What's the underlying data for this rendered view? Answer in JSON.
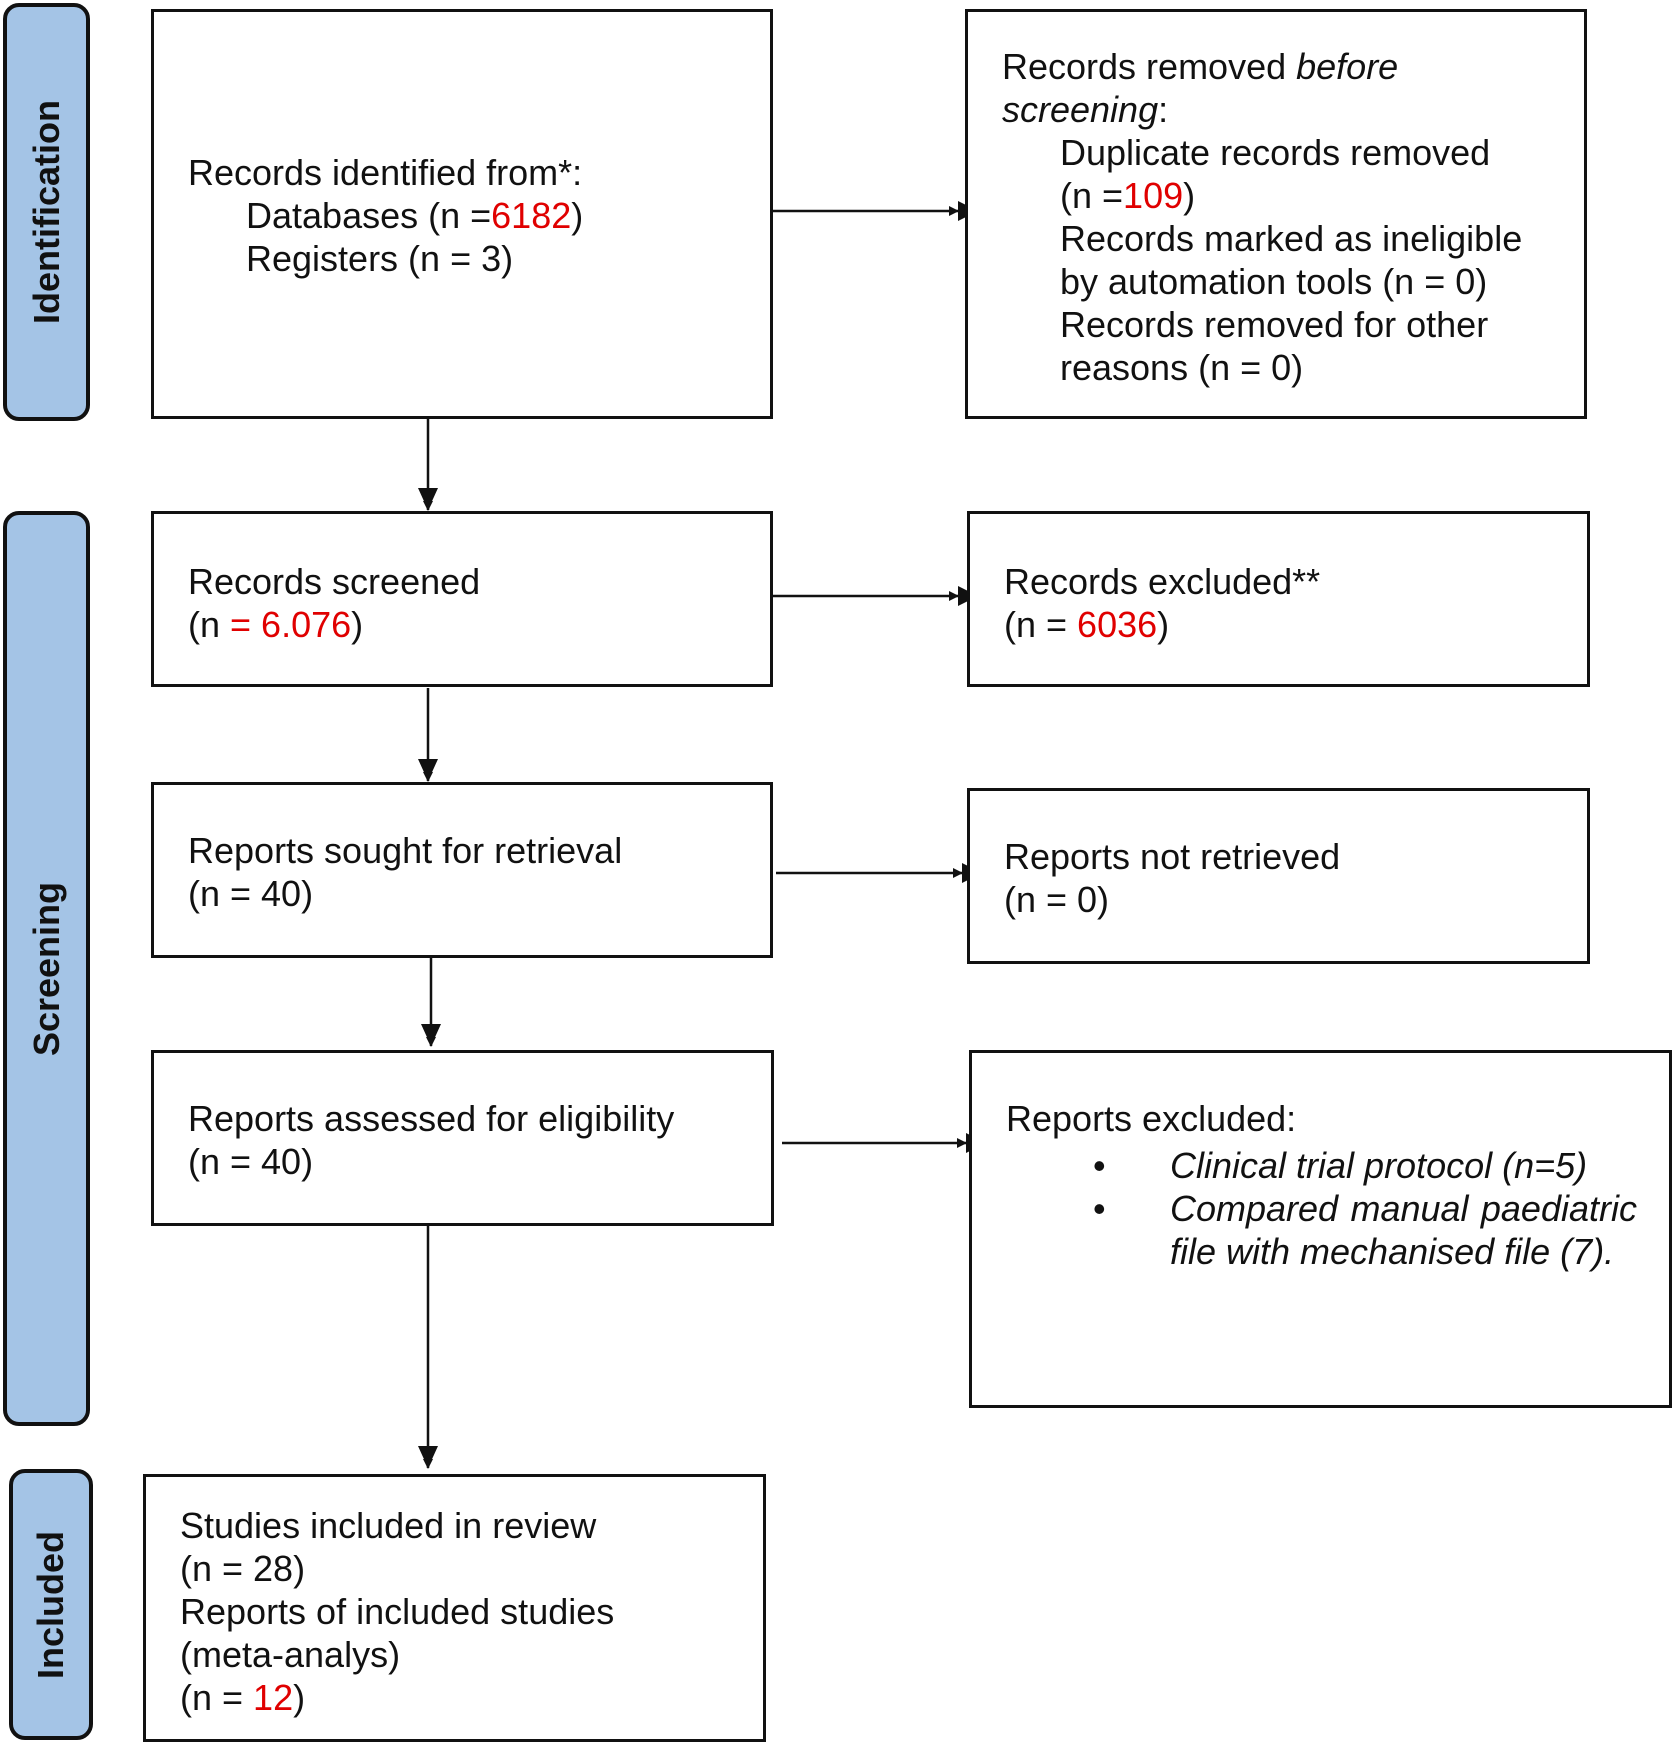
{
  "colors": {
    "phase_fill": "#a4c4e6",
    "stroke": "#111111",
    "highlight": "#e00000"
  },
  "phases": {
    "identification": "Identification",
    "screening": "Screening",
    "included": "Included"
  },
  "identified": {
    "title": "Records identified from*:",
    "databases_prefix": "Databases (n =",
    "databases_n": "6182",
    "databases_suffix": ")",
    "registers": "Registers (n = 3)"
  },
  "removed_before": {
    "title_a": "Records removed ",
    "title_b": "before screening",
    "title_c": ":",
    "dup_label": "Duplicate records removed",
    "dup_prefix": "(n =",
    "dup_n": "109",
    "dup_suffix": ")",
    "ineligible_1": "Records marked as ineligible",
    "ineligible_2": "by automation tools (n = 0)",
    "other_1": "Records removed for other",
    "other_2": "reasons (n = 0)"
  },
  "screened": {
    "title": "Records screened",
    "n_open": "(n ",
    "n_value": "= 6.076",
    "n_close": ")"
  },
  "excluded_records": {
    "title": "Records excluded**",
    "n_open": "(n = ",
    "n_value": "6036",
    "n_close": ")"
  },
  "sought": {
    "title": "Reports sought for retrieval",
    "n": "(n = 40)"
  },
  "not_retrieved": {
    "title": "Reports not retrieved",
    "n": "(n = 0)"
  },
  "assessed": {
    "title": "Reports assessed for eligibility",
    "n": "(n = 40)"
  },
  "excluded_reports": {
    "title": "Reports excluded:",
    "items": [
      "Clinical trial protocol (n=5)",
      "Compared manual paediatric file with mechanised file (7)."
    ]
  },
  "included": {
    "line1": "Studies included in review",
    "line2": "(n = 28)",
    "line3": "Reports of included studies",
    "line4": "(meta-analys)",
    "n_open": "(n = ",
    "n_value": "12",
    "n_close": ")"
  }
}
